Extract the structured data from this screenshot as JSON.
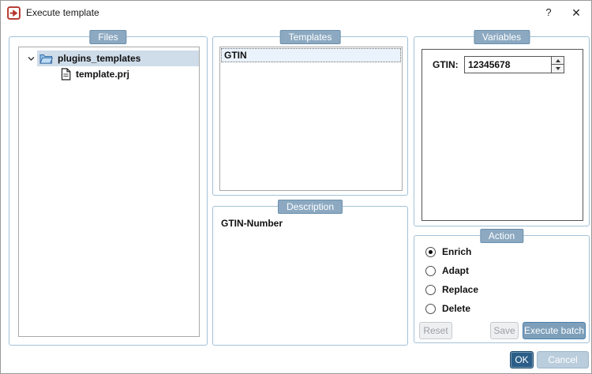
{
  "window": {
    "title": "Execute template",
    "help_label": "?",
    "close_label": "✕"
  },
  "files_panel": {
    "header": "Files",
    "tree": [
      {
        "label": "plugins_templates",
        "type": "folder",
        "expanded": true,
        "selected": true
      },
      {
        "label": "template.prj",
        "type": "file",
        "selected": false
      }
    ]
  },
  "templates_panel": {
    "header": "Templates",
    "items": [
      {
        "label": "GTIN",
        "selected": true
      }
    ]
  },
  "description_panel": {
    "header": "Description",
    "text": "GTIN-Number"
  },
  "variables_panel": {
    "header": "Variables",
    "fields": [
      {
        "label": "GTIN:",
        "value": "12345678"
      }
    ]
  },
  "action_panel": {
    "header": "Action",
    "options": [
      {
        "label": "Enrich",
        "selected": true
      },
      {
        "label": "Adapt",
        "selected": false
      },
      {
        "label": "Replace",
        "selected": false
      },
      {
        "label": "Delete",
        "selected": false
      }
    ],
    "buttons": {
      "reset": "Reset",
      "save": "Save",
      "execute": "Execute batch"
    }
  },
  "footer": {
    "ok": "OK",
    "cancel": "Cancel"
  },
  "colors": {
    "badge_background": "#8ca9c1",
    "groupbox_border": "#a3c2d8",
    "tree_selection": "#cfdce9",
    "list_selection": "#eaf3fc",
    "ok_button": "#2a5e88",
    "cancel_button": "#bacddc",
    "execute_button": "#7e9fba",
    "app_icon_red": "#b5342c"
  }
}
